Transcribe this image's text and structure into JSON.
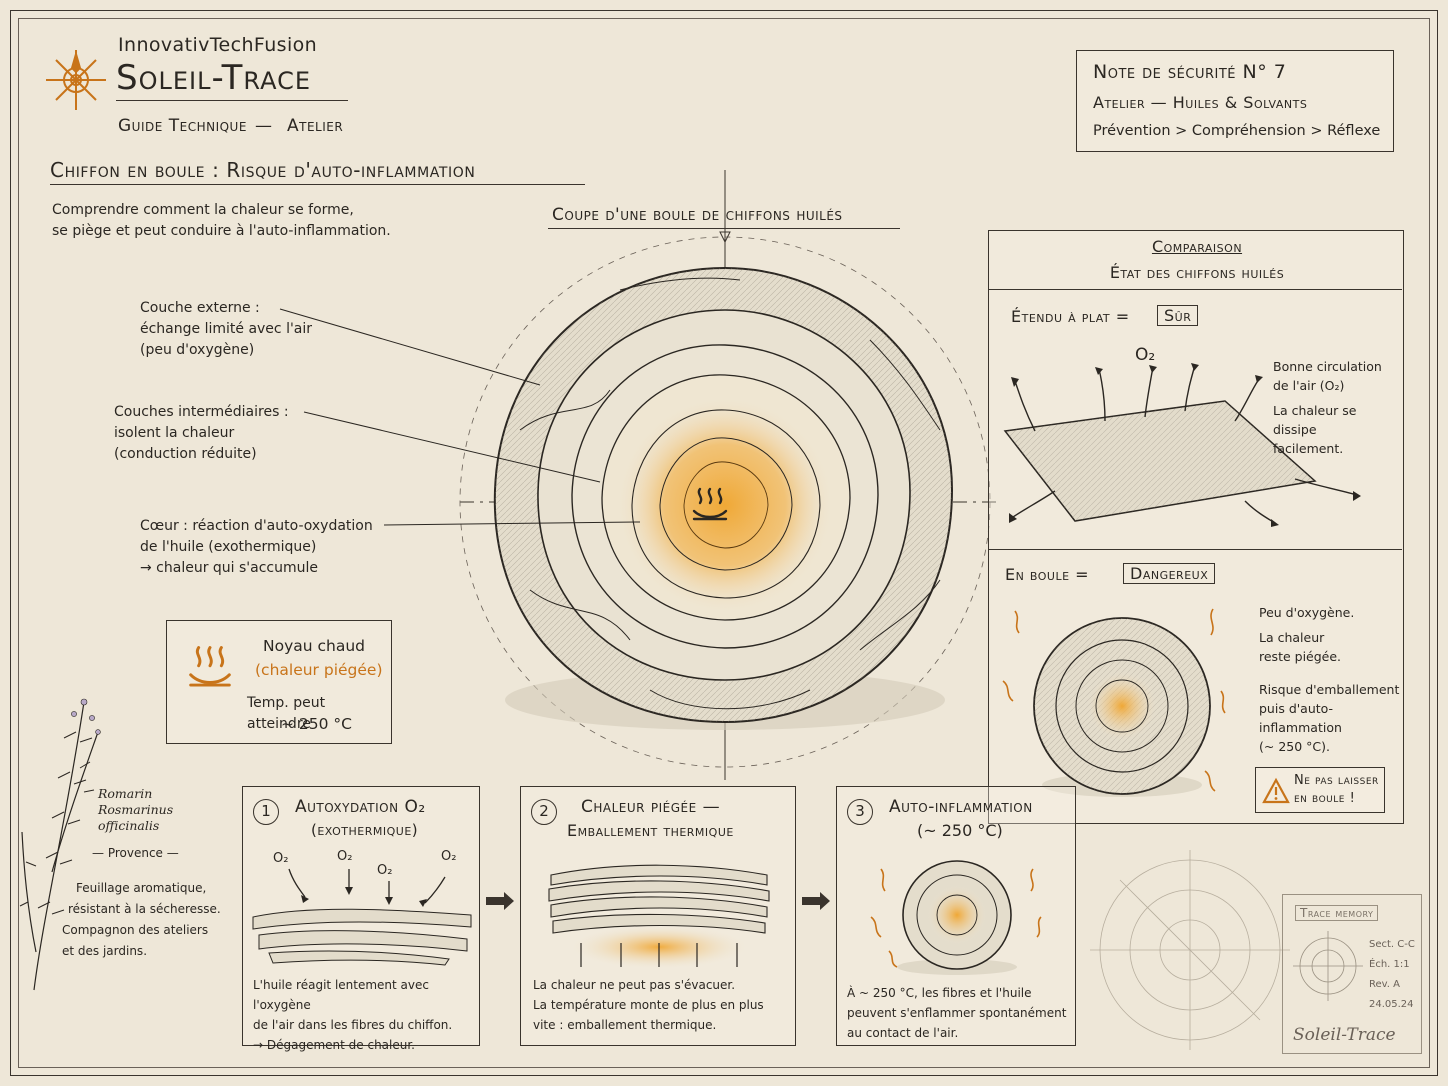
{
  "header": {
    "brand": "InnovativTechFusion",
    "title": "Soleil-Trace",
    "subtitle_left": "Guide Technique",
    "subtitle_right": "Atelier"
  },
  "note": {
    "title": "Note de sécurité   N° 7",
    "line1": "Atelier — Huiles & Solvants",
    "line2": "Prévention > Compréhension > Réflexe"
  },
  "main": {
    "title": "Chiffon en boule : Risque d'auto-inflammation",
    "intro_1": "Comprendre comment la chaleur se forme,",
    "intro_2": "se piège et peut conduire à l'auto-inflammation.",
    "cross_section_title": "Coupe d'une boule de chiffons huilés"
  },
  "labels": {
    "outer": [
      "Couche externe :",
      "échange limité avec l'air",
      "(peu d'oxygène)"
    ],
    "middle": [
      "Couches intermédiaires :",
      "isolent la chaleur",
      "(conduction réduite)"
    ],
    "core": [
      "Cœur : réaction d'auto-oxydation",
      "de l'huile (exothermique)",
      "→ chaleur qui s'accumule"
    ]
  },
  "hot_core": {
    "title": "Noyau chaud",
    "subtitle": "(chaleur piégée)",
    "temp_1": "Temp. peut atteindre",
    "temp_2": "~ 250 °C"
  },
  "comparison": {
    "title_1": "Comparaison",
    "title_2": "État des chiffons huilés",
    "flat_label": "Étendu à plat =",
    "flat_badge": "Sûr",
    "o2": "O₂",
    "flat_note_1": "Bonne circulation",
    "flat_note_2": "de l'air (O₂)",
    "flat_note_3": "La chaleur se dissipe",
    "flat_note_4": "facilement.",
    "ball_label": "En boule =",
    "ball_badge": "Dangereux",
    "ball_note_1": "Peu d'oxygène.",
    "ball_note_2": "La chaleur",
    "ball_note_3": "reste piégée.",
    "ball_note_4": "Risque d'emballement",
    "ball_note_5": "puis d'auto-inflammation",
    "ball_note_6": "(~ 250 °C).",
    "warning_1": "Ne pas laisser",
    "warning_2": "en boule !"
  },
  "plant": {
    "name": "Romarin",
    "latin_1": "Rosmarinus",
    "latin_2": "officinalis",
    "region": "— Provence —",
    "desc": [
      "Feuillage aromatique,",
      "résistant à la sécheresse.",
      "Compagnon des ateliers",
      "et des jardins."
    ]
  },
  "steps": [
    {
      "num": "1",
      "title_1": "Autoxydation O₂",
      "title_2": "(exothermique)",
      "o2": "O₂",
      "text": [
        "L'huile réagit lentement avec l'oxygène",
        "de l'air dans les fibres du chiffon.",
        "→ Dégagement de chaleur."
      ]
    },
    {
      "num": "2",
      "title_1": "Chaleur piégée —",
      "title_2": "Emballement thermique",
      "text": [
        "La chaleur ne peut pas s'évacuer.",
        "La température monte de plus en plus",
        "vite : emballement thermique."
      ]
    },
    {
      "num": "3",
      "title_1": "Auto-inflammation",
      "title_2": "(~ 250 °C)",
      "text": [
        "À ~ 250 °C, les fibres et l'huile",
        "peuvent s'enflammer spontanément",
        "au contact de l'air."
      ]
    }
  ],
  "stamp": {
    "title": "Trace memory",
    "sect": "Sect. C-C",
    "ech": "Éch. 1:1",
    "rev": "Rev. A",
    "date": "24.05.24",
    "signature": "Soleil-Trace"
  },
  "colors": {
    "paper": "#eee7d8",
    "ink": "#2b2722",
    "accent_orange": "#c8741a",
    "glow": "#f0a52e"
  },
  "icons": [
    "compass-logo-icon",
    "heat-steam-icon",
    "warning-triangle-icon",
    "rosemary-sprig-icon",
    "arrow-right-icon"
  ]
}
